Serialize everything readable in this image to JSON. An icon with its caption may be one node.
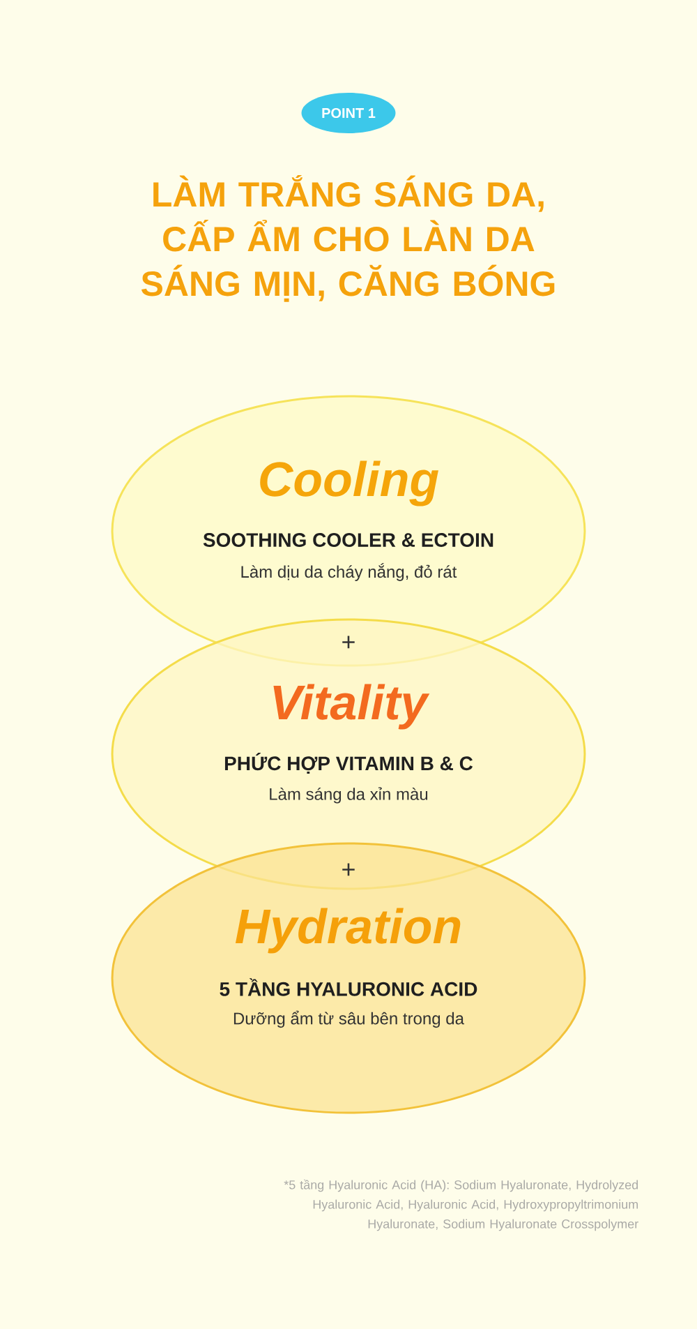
{
  "diagram": {
    "title": "LÀM TRẮNG SÁNG DA, CẤP ẨM CHO LÀN DA SÁNG MỊN, CĂNG BÓNG",
    "nodes": [
      {
        "text": [
          "POINT 1"
        ]
      },
      {
        "text": [
          "Cooling",
          "SOOTHING COOLER & ECTOIN",
          "Làm dịu da cháy nắng, đỏ rát"
        ]
      },
      {
        "text": [
          "Vitality",
          "PHỨC HỢP VITAMIN B & C",
          "Làm sáng da xỉn màu"
        ]
      },
      {
        "text": [
          "Hydration",
          "5 TẦNG HYALURONIC ACID",
          "Dưỡng ẩm từ sâu bên trong da"
        ]
      }
    ],
    "labels": [
      "+",
      "+",
      "*5 tầng Hyaluronic Acid (HA): Sodium Hyaluronate, Hydrolyzed Hyaluronic Acid, Hyaluronic Acid, Hydroxypropyltrimonium Hyaluronate, Sodium Hyaluronate Crosspolymer"
    ]
  }
}
